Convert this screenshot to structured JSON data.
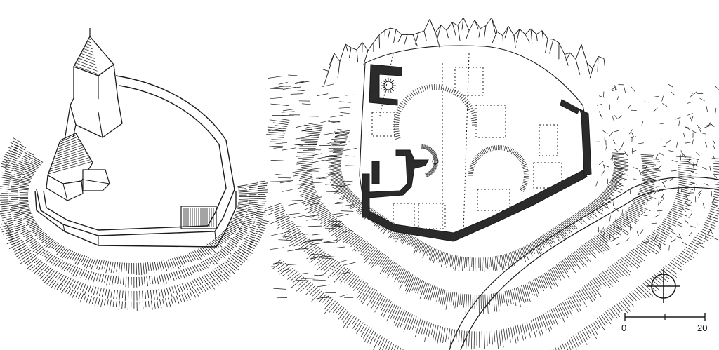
{
  "figure": {
    "left_panel": "isometric-reconstruction",
    "right_panel": "site-plan"
  },
  "scale_bar": {
    "start_label": "0",
    "end_label": "20"
  },
  "north_marker": "compass-cross",
  "colors": {
    "ink": "#1a1a1a",
    "wall_fill": "#2b2b2b",
    "paper": "#ffffff"
  }
}
